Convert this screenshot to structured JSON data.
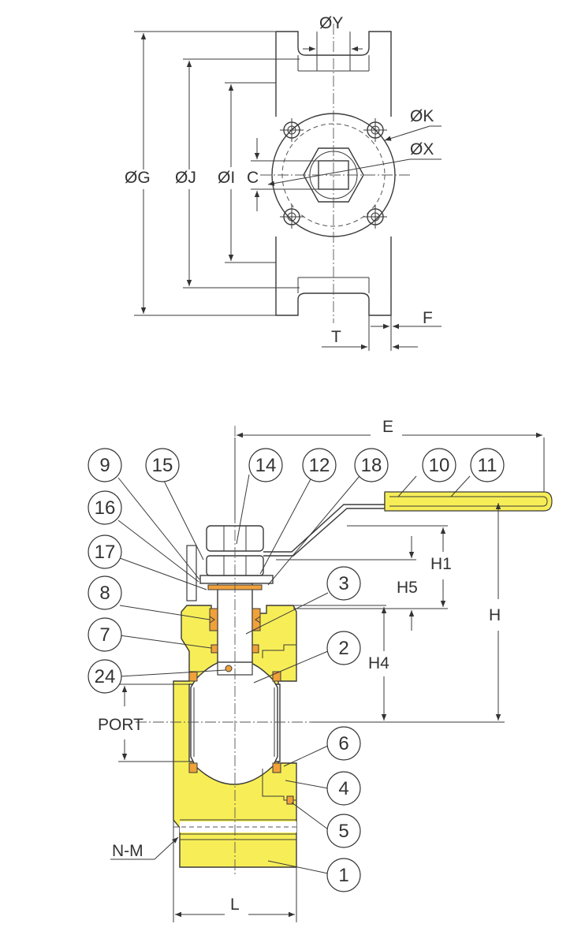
{
  "colors": {
    "body": "#F7EE57",
    "seal": "#F0A13A",
    "line": "#3A3A3A",
    "background": "#FFFFFF"
  },
  "top_view": {
    "dims": {
      "y": "ØY",
      "k": "ØK",
      "x": "ØX",
      "g": "ØG",
      "j": "ØJ",
      "i": "ØI",
      "c": "C",
      "f": "F",
      "t": "T"
    }
  },
  "section_view": {
    "dims": {
      "e": "E",
      "h1": "H1",
      "h5": "H5",
      "h": "H",
      "h4": "H4",
      "port": "PORT",
      "nm": "N-M",
      "l": "L"
    },
    "parts": [
      "9",
      "15",
      "14",
      "12",
      "18",
      "10",
      "11",
      "16",
      "17",
      "8",
      "7",
      "24",
      "3",
      "2",
      "6",
      "4",
      "5",
      "1"
    ]
  }
}
